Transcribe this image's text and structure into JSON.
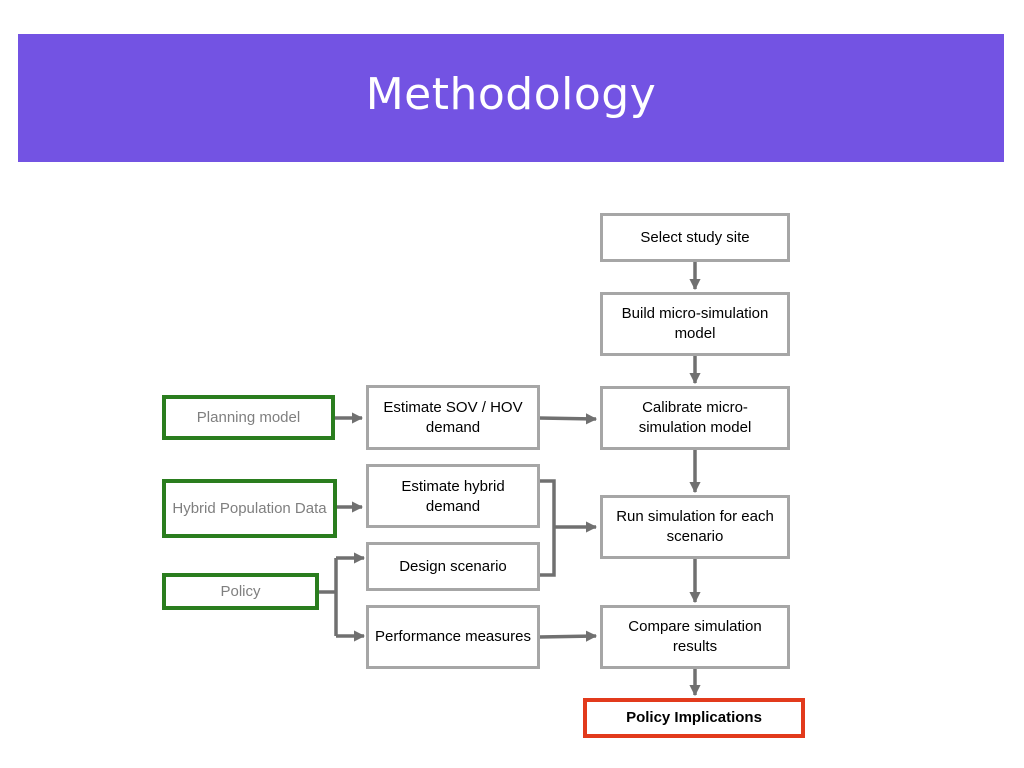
{
  "slide": {
    "title": "Methodology",
    "banner_color": "#7353e3"
  },
  "colors": {
    "process_border": "#a6a6a6",
    "input_border": "#2a7d1e",
    "output_border": "#e23a1c",
    "arrow": "#707070"
  },
  "flow": {
    "main": [
      {
        "id": "select",
        "label": "Select study site"
      },
      {
        "id": "build",
        "label": "Build micro-simulation model"
      },
      {
        "id": "calibrate",
        "label": "Calibrate micro-simulation model"
      },
      {
        "id": "run",
        "label": "Run simulation for each scenario"
      },
      {
        "id": "compare",
        "label": "Compare simulation results"
      },
      {
        "id": "implications",
        "label": "Policy Implications"
      }
    ],
    "middle": [
      {
        "id": "est-sov",
        "label": "Estimate SOV / HOV demand"
      },
      {
        "id": "est-hybrid",
        "label": "Estimate hybrid demand"
      },
      {
        "id": "design",
        "label": "Design scenario"
      },
      {
        "id": "perf",
        "label": "Performance measures"
      }
    ],
    "inputs": [
      {
        "id": "planning",
        "label": "Planning model"
      },
      {
        "id": "hybrid-pop",
        "label": "Hybrid Population Data"
      },
      {
        "id": "policy",
        "label": "Policy"
      }
    ]
  }
}
